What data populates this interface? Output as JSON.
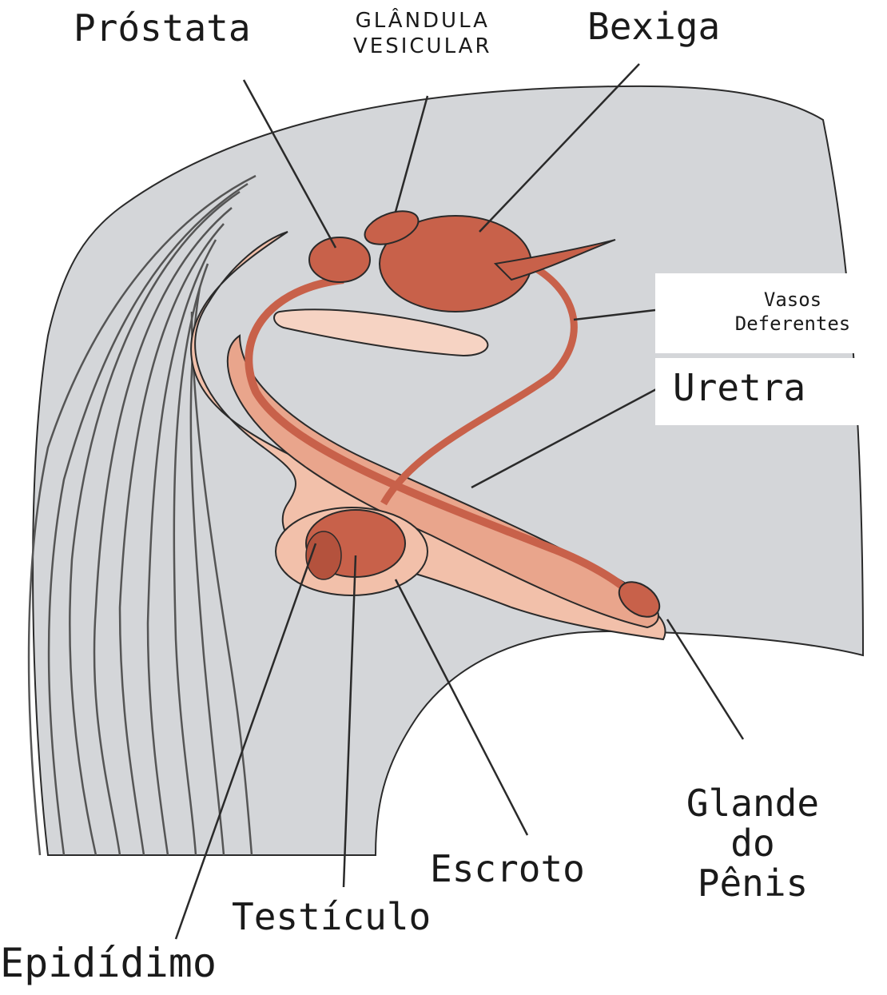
{
  "labels": {
    "prostata": "Próstata",
    "glandula_line1": "glândula",
    "glandula_line2": "vesicular",
    "bexiga": "Bexiga",
    "vasos_line1": "Vasos",
    "vasos_line2": "Deferentes",
    "uretra": "Uretra",
    "glande_line1": "Glande",
    "glande_line2": "do",
    "glande_line3": "Pênis",
    "escroto": "Escroto",
    "testiculo": "Testículo",
    "epididimo": "Epidídimo"
  },
  "colors": {
    "body": "#d4d6d9",
    "body_outline": "#2a2a2a",
    "tail": "#8c8f93",
    "sheath": "#f2c0aa",
    "organ": "#c8614a",
    "organ_dark": "#9e3d2c",
    "leader": "#2a2a2a"
  }
}
